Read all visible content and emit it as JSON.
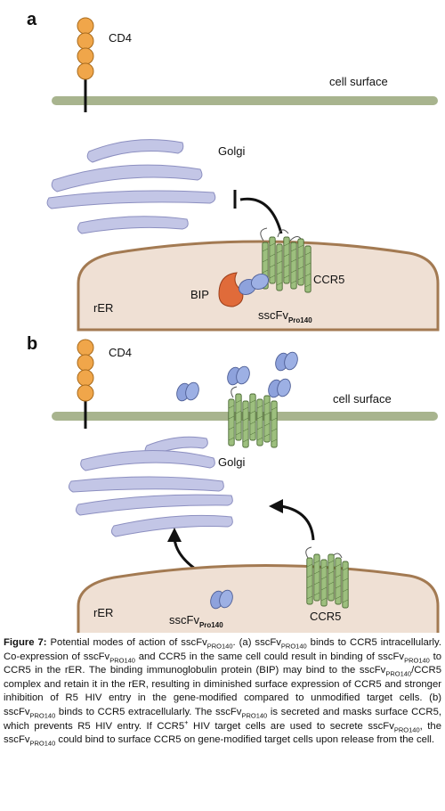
{
  "panel_a": {
    "letter": "a",
    "cd4_label": "CD4",
    "surface_label": "cell surface",
    "golgi_label": "Golgi",
    "rer_label": "rER",
    "bip_label": "BIP",
    "ccr5_label": "CCR5",
    "sscfv_label": "sscFv",
    "sscfv_sub": "Pro140"
  },
  "panel_b": {
    "letter": "b",
    "cd4_label": "CD4",
    "surface_label": "cell surface",
    "golgi_label": "Golgi",
    "rer_label": "rER",
    "ccr5_label": "CCR5",
    "sscfv_label": "sscFv",
    "sscfv_sub": "Pro140"
  },
  "colors": {
    "membrane": "#a8b48e",
    "cd4": "#f0a64a",
    "golgi": "#c3c6e6",
    "er": "#efe0d4",
    "er_edge": "#a37a52",
    "ccr5": "#9dbf7e",
    "antibody": "#8ea2dc",
    "bip": "#e06b3a"
  },
  "caption": {
    "lead": "Figure 7:",
    "s1": " Potential modes of action of sscFv",
    "s2": ". (a) sscFv",
    "s3": " binds to CCR5 intracellularly. Co-expression of sscFv",
    "s4": " and CCR5 in the same cell could result in binding of sscFv",
    "s5": " to CCR5 in the rER. The binding immunoglobulin protein (BIP) may bind to the sscFv",
    "s6": "/CCR5 complex and retain it in the rER, resulting in diminished surface expression of CCR5 and stronger inhibition of R5 HIV entry in the gene-modified compared to unmodified target cells. (b) sscFv",
    "s7": " binds to CCR5 extracellularly. The sscFv",
    "s8": " is secreted and masks surface CCR5, which prevents R5 HIV entry. If CCR5",
    "s9": " HIV target cells are used to secrete sscFv",
    "s10": ", the sscFv",
    "s11": " could bind to surface CCR5 on gene-modified target cells upon release from the cell.",
    "sub": "PRO140",
    "sup": "+"
  }
}
